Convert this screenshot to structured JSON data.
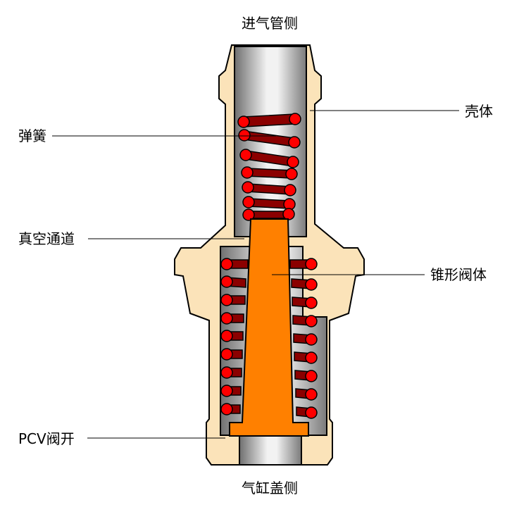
{
  "labels": {
    "top": "进气管侧",
    "bottom": "气缸盖侧",
    "housing": "壳体",
    "spring": "弹簧",
    "vacuum_channel": "真空通道",
    "cone_valve": "锥形阀体",
    "pcv_open": "PCV阀开"
  },
  "colors": {
    "housing_fill": "#fbe3b9",
    "metal_light": "#f0f0f0",
    "metal_dark": "#7c7c7c",
    "valve": "#ff8000",
    "spring_coil": "#8b0000",
    "spring_end": "#ff0000"
  }
}
